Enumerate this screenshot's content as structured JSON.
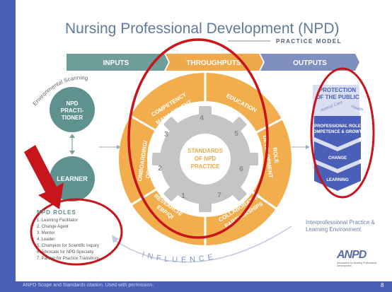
{
  "title": "Nursing Professional Development (NPD)",
  "subtitle": "PRACTICE MODEL",
  "banner": {
    "inputs": "INPUTS",
    "throughputs": "THROUGHPUTS",
    "outputs": "OUTPUTS"
  },
  "inputs": {
    "env_scanning": "Environmental Scanning",
    "practitioner_lines": [
      "NPD",
      "PRACTI-",
      "TIONER"
    ],
    "learner": "LEARNER"
  },
  "gear": {
    "center_lines": [
      "STANDARDS",
      "OF NPD",
      "PRACTICE"
    ],
    "numbers": [
      "1",
      "2",
      "3",
      "4",
      "5",
      "6",
      "7"
    ]
  },
  "ring_segments": {
    "competency": [
      "COMPETENCY",
      "MANAGEMENT"
    ],
    "education": [
      "EDUCATION"
    ],
    "role_development": [
      "ROLE",
      "DEVELOPMENT"
    ],
    "collaborative": [
      "COLLABORATIVE",
      "PARTNERSHIPS"
    ],
    "research": [
      "RESEARCH/",
      "EBP/QI"
    ],
    "onboarding": [
      "ONBOARDING/",
      "ORIENTATION"
    ]
  },
  "outputs": {
    "protection": [
      "PROTECTION",
      "OF THE PUBLIC"
    ],
    "animal_care": "Animal Care",
    "health": "Health",
    "professional_role": [
      "PROFESSIONAL ROLE",
      "COMPETENCE & GROWTH"
    ],
    "change": "CHANGE",
    "learning": "LEARNING"
  },
  "npd_roles": {
    "header": "NPD ROLES",
    "items": [
      "1. Learning Facilitator",
      "2. Change Agent",
      "3. Mentor",
      "4. Leader",
      "5. Champion for Scientific Inquiry",
      "6. Advocate for NPD Specialty",
      "7. Partner for Practice Transitions"
    ]
  },
  "influence": "INFLUENCE",
  "interprofessional": "Interprofessional Practice & Learning Environment",
  "logo": {
    "mark": "ANPD",
    "sub": "Association for Nursing Professional Development"
  },
  "footer": "ANPD Scope and Standards citation. Used with permission.",
  "page_number": "8",
  "colors": {
    "teal": "#5f928e",
    "orange": "#f0a94a",
    "navy": "#4a5fb8",
    "red": "#c8141b",
    "gear_gray": "#c5c5c5"
  }
}
